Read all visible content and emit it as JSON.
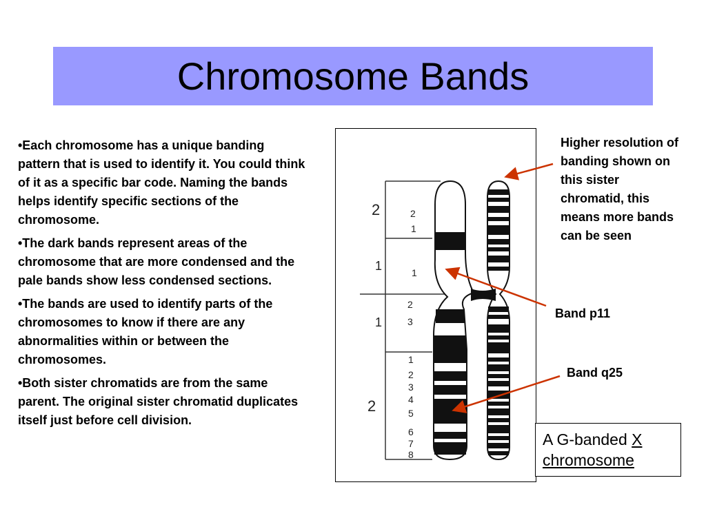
{
  "slide": {
    "title": "Chromosome Bands",
    "bullets": [
      "•Each chromosome has a unique banding pattern that is used to identify it. You could think of it as a specific bar code. Naming the bands helps identify specific sections of the chromosome.",
      "•The dark bands represent areas of the chromosome that are more condensed and the pale bands show less condensed sections.",
      "•The bands are used to identify parts of the chromosomes to know if there are any abnormalities within or between  the chromosomes.",
      "•Both sister chromatids are from the same parent. The original sister chromatid duplicates itself just before cell division."
    ],
    "annotations": {
      "resolution": "Higher resolution of banding shown on this sister chromatid, this means more bands can be seen",
      "band_p11": "Band p11",
      "band_q25": "Band q25"
    },
    "caption": {
      "prefix": "A G-banded ",
      "x": "X",
      "word": "chromosome"
    },
    "figure_labels": {
      "region_p2": "2",
      "region_p1": "1",
      "region_q1": "1",
      "region_q2": "2",
      "band_p22": "2",
      "band_p21": "1",
      "band_p11_num": "1",
      "band_q12": "2",
      "band_q13": "3",
      "band_q21": "1",
      "band_q22": "2",
      "band_q23": "3",
      "band_q24": "4",
      "band_q25": "5",
      "band_q26": "6",
      "band_q27": "7",
      "band_q28": "8"
    },
    "colors": {
      "title_bg": "#9999ff",
      "arrow": "#cc3300"
    }
  }
}
